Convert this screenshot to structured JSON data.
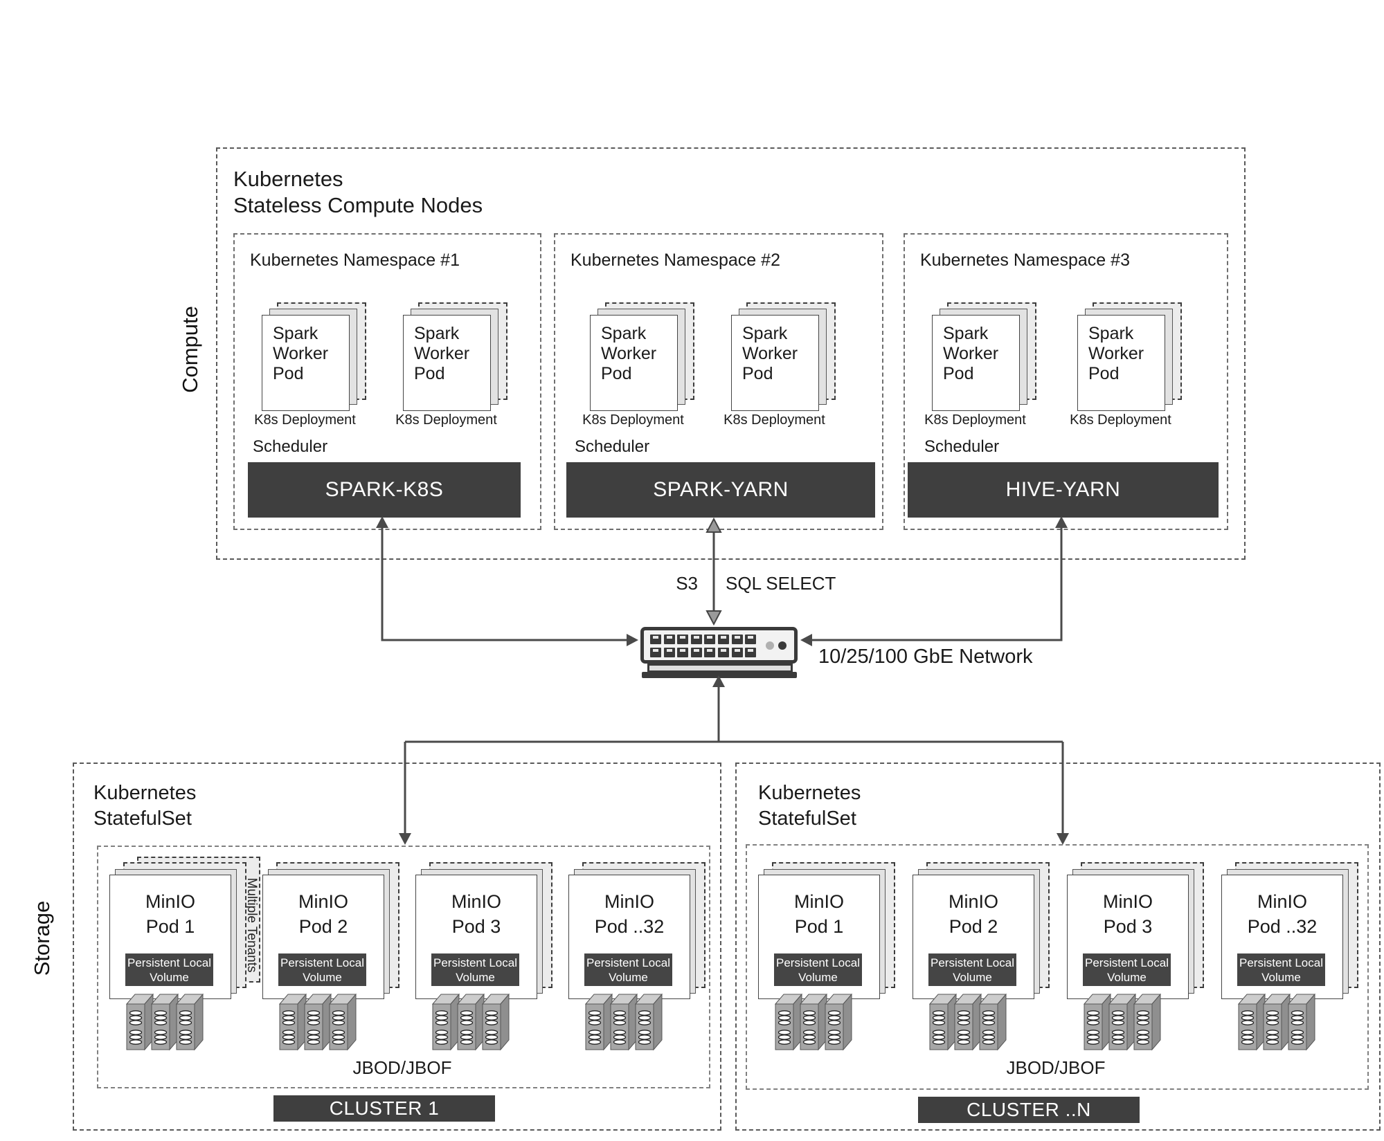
{
  "diagram": {
    "sections": {
      "compute": "Compute",
      "storage": "Storage"
    },
    "compute": {
      "title_lines": [
        "Kubernetes",
        "Stateless Compute Nodes"
      ],
      "scheduler_label": "Scheduler",
      "worker_pod_lines": [
        "Spark",
        "Worker",
        "Pod"
      ],
      "deployment_label": "K8s Deployment",
      "namespaces": [
        {
          "label": "Kubernetes Namespace #1",
          "bar": "SPARK-K8S"
        },
        {
          "label": "Kubernetes Namespace #2",
          "bar": "SPARK-YARN"
        },
        {
          "label": "Kubernetes Namespace #3",
          "bar": "HIVE-YARN"
        }
      ]
    },
    "network": {
      "s3": "S3",
      "sql": "SQL SELECT",
      "label": "10/25/100 GbE Network"
    },
    "storage": {
      "statefulset_lines": [
        "Kubernetes",
        "StatefulSet"
      ],
      "plv_lines": [
        "Persistent Local",
        "Volume"
      ],
      "multiple_tenants": "Multiple Tenants",
      "jbod": "JBOD/JBOF",
      "clusters": [
        {
          "name": "CLUSTER 1",
          "pods": [
            [
              "MinIO",
              "Pod 1"
            ],
            [
              "MinIO",
              "Pod 2"
            ],
            [
              "MinIO",
              "Pod 3"
            ],
            [
              "MinIO",
              "Pod ..32"
            ]
          ]
        },
        {
          "name": "CLUSTER ..N",
          "pods": [
            [
              "MinIO",
              "Pod 1"
            ],
            [
              "MinIO",
              "Pod 2"
            ],
            [
              "MinIO",
              "Pod 3"
            ],
            [
              "MinIO",
              "Pod ..32"
            ]
          ]
        }
      ]
    },
    "colors": {
      "bar": "#3f3f3f",
      "volume_box": "#454545",
      "arrow": "#4a4a4a"
    }
  }
}
